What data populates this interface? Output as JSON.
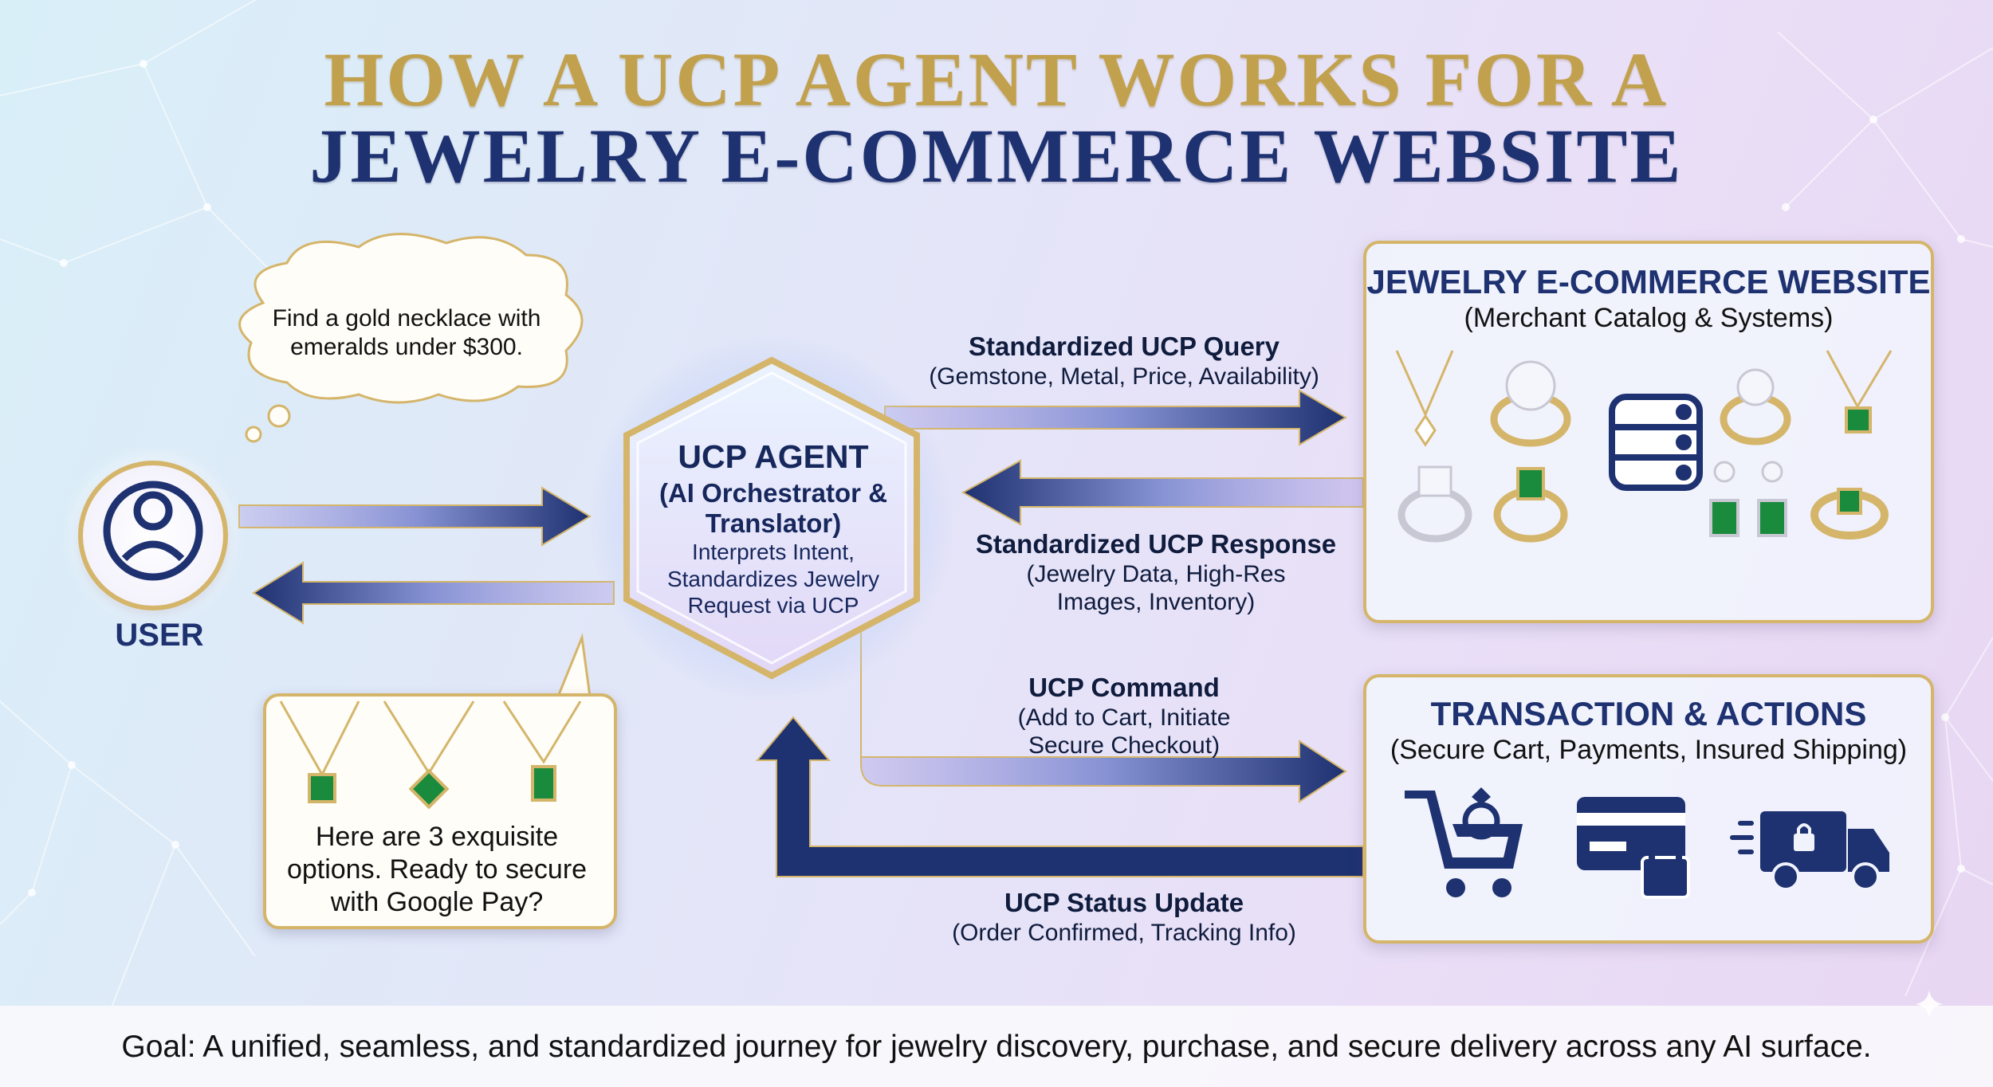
{
  "title": {
    "line1": "HOW A UCP AGENT WORKS FOR A",
    "line2": "JEWELRY E-COMMERCE WEBSITE"
  },
  "user": {
    "label": "USER",
    "query": "Find a gold necklace with emeralds under $300.",
    "reply": "Here are 3 exquisite options. Ready to secure with Google Pay?"
  },
  "agent": {
    "title": "UCP AGENT",
    "subtitle": "(AI Orchestrator & Translator)",
    "description": "Interprets Intent, Standardizes Jewelry Request via UCP"
  },
  "flows": {
    "query": {
      "title": "Standardized UCP Query",
      "detail": "(Gemstone, Metal, Price, Availability)"
    },
    "response": {
      "title": "Standardized UCP Response",
      "detail": "(Jewelry Data, High-Res Images, Inventory)"
    },
    "command": {
      "title": "UCP Command",
      "detail": "(Add to Cart, Initiate Secure Checkout)"
    },
    "status": {
      "title": "UCP Status Update",
      "detail": "(Order Confirmed, Tracking Info)"
    }
  },
  "catalog": {
    "title": "JEWELRY E-COMMERCE WEBSITE",
    "subtitle": "(Merchant Catalog & Systems)"
  },
  "actions": {
    "title": "TRANSACTION & ACTIONS",
    "subtitle": "(Secure Cart, Payments, Insured Shipping)"
  },
  "goal": "Goal: A unified, seamless, and standardized journey for jewelry discovery, purchase, and secure delivery across any AI surface.",
  "colors": {
    "navy": "#1e3170",
    "gold": "#d4b56a",
    "emerald": "#1a8a3c"
  },
  "icons": [
    "user-icon",
    "database-icon",
    "cart-ring-icon",
    "credit-card-lock-icon",
    "delivery-truck-icon"
  ]
}
